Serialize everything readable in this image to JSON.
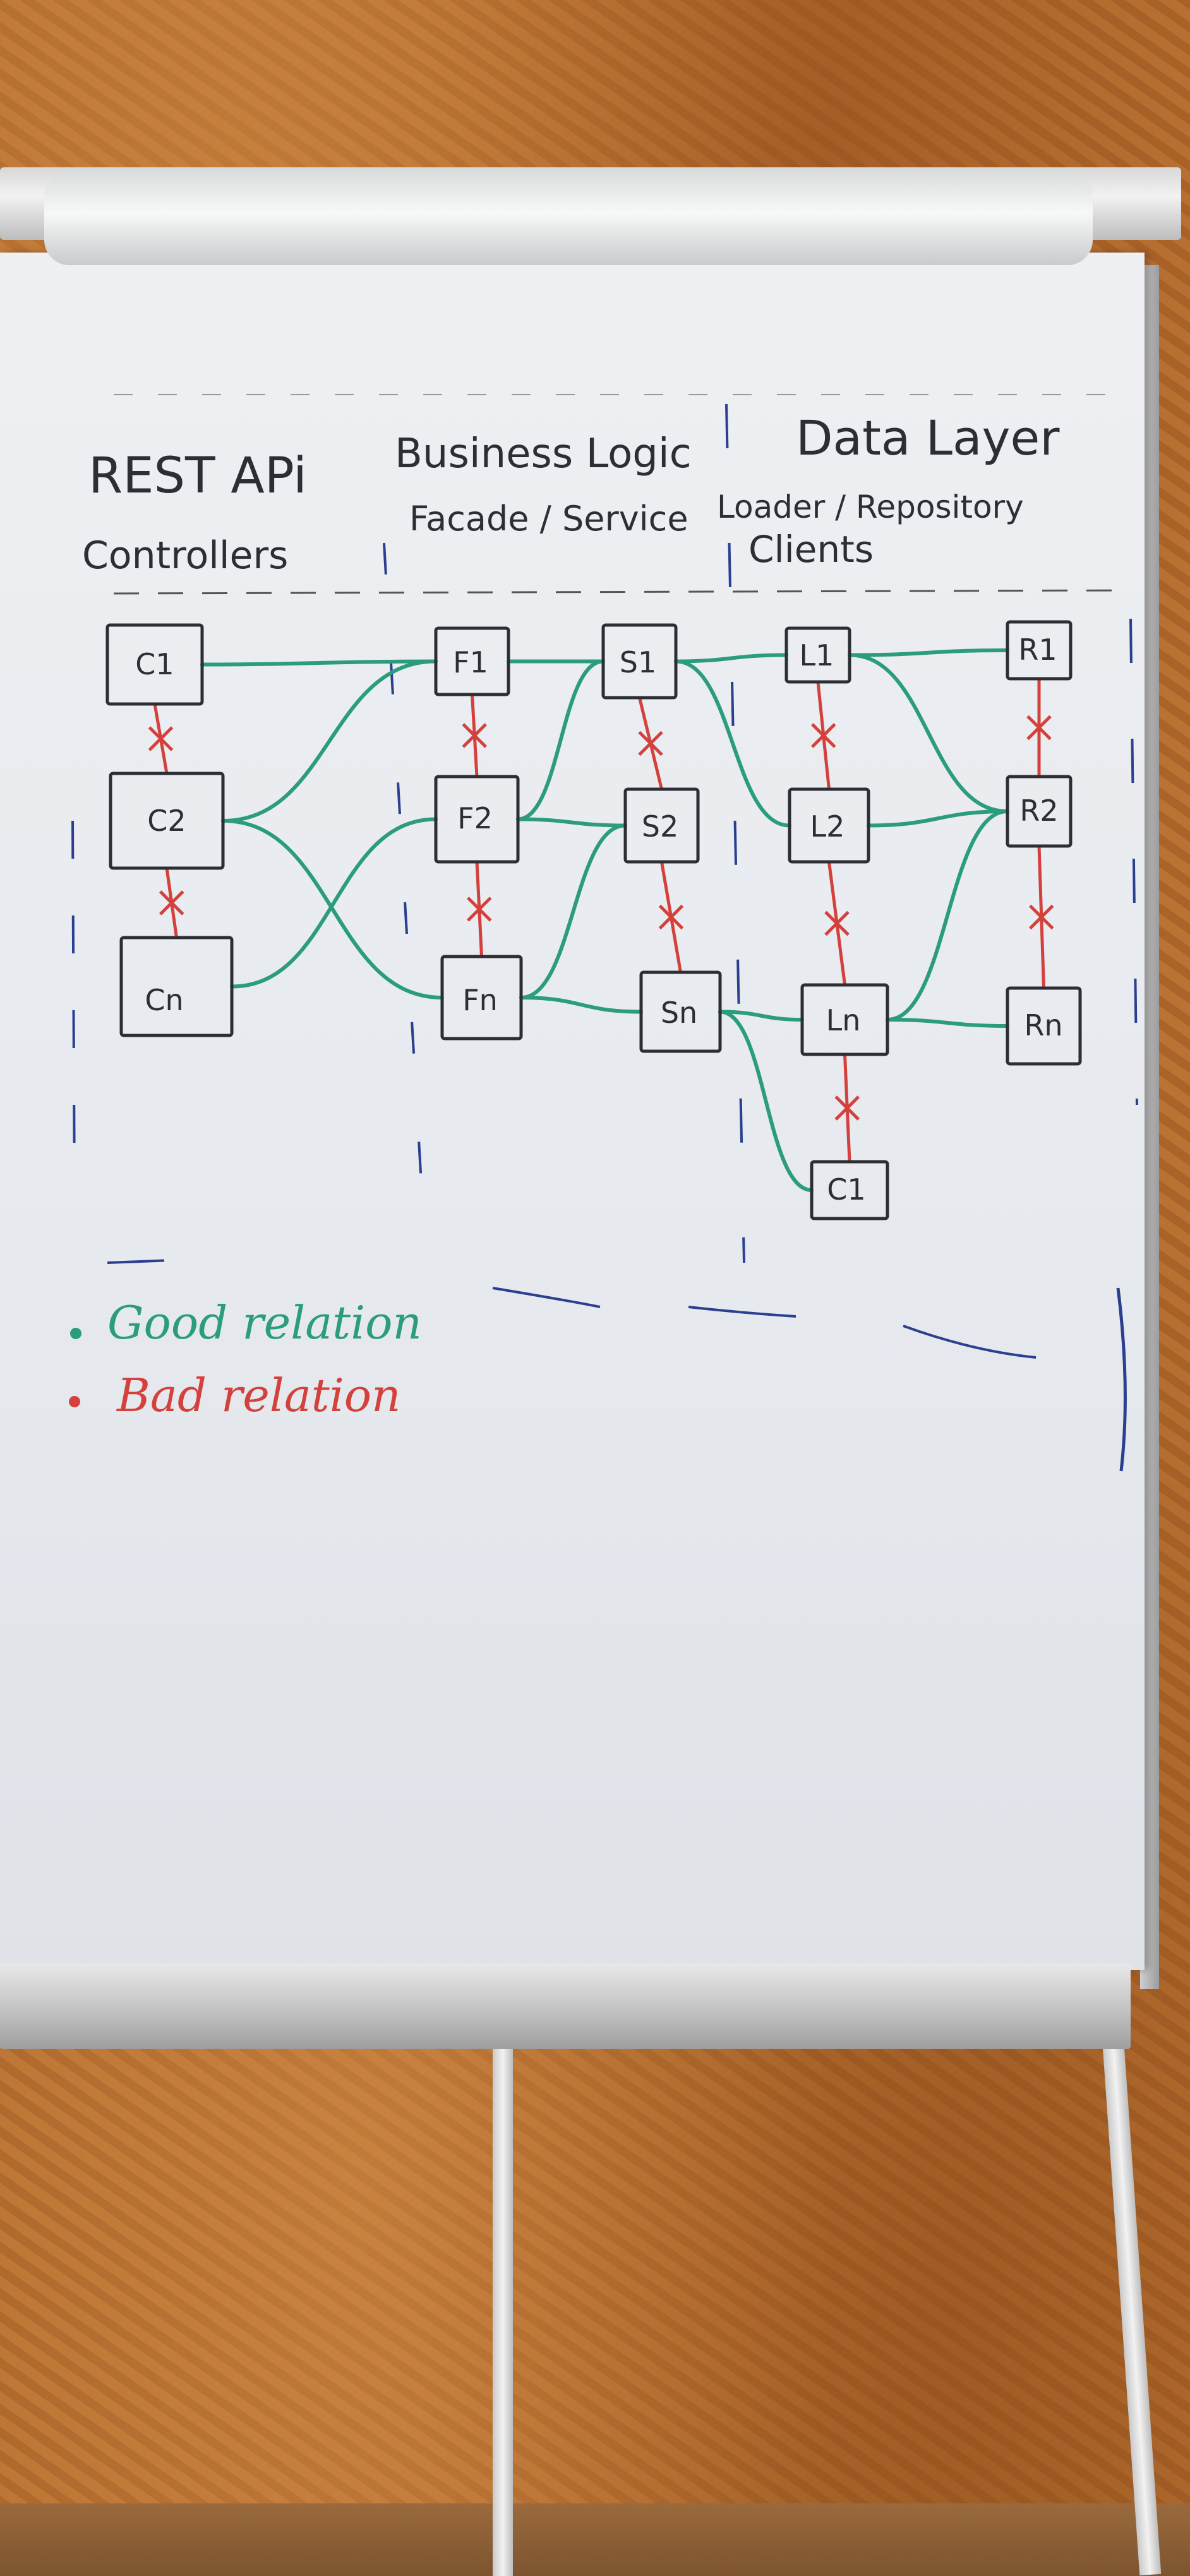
{
  "layers": [
    {
      "title": "REST APi",
      "subtitle": "Controllers"
    },
    {
      "title": "Business Logic",
      "subtitle": "Facade / Service"
    },
    {
      "title": "Data Layer",
      "subtitle": "Loader / Repository",
      "subtitle2": "Clients"
    }
  ],
  "nodes": {
    "C1": "C1",
    "C2": "C2",
    "Cn": "Cn",
    "F1": "F1",
    "F2": "F2",
    "Fn": "Fn",
    "S1": "S1",
    "S2": "S2",
    "Sn": "Sn",
    "L1": "L1",
    "L2": "L2",
    "Ln": "Ln",
    "R1": "R1",
    "R2": "R2",
    "Rn": "Rn",
    "Cl1": "C1"
  },
  "legend": {
    "good_label": "Good relation",
    "bad_label": "Bad relation"
  },
  "colors": {
    "good": "#2b9c7c",
    "bad": "#d4413c",
    "ink": "#2b2e33",
    "divider": "#2a3f8f"
  },
  "good_edges": [
    [
      "C1",
      "F1"
    ],
    [
      "C2",
      "F1"
    ],
    [
      "C2",
      "Fn"
    ],
    [
      "Cn",
      "F2"
    ],
    [
      "F1",
      "S1"
    ],
    [
      "F2",
      "S1"
    ],
    [
      "F2",
      "S2"
    ],
    [
      "Fn",
      "S2"
    ],
    [
      "Fn",
      "Sn"
    ],
    [
      "S1",
      "L1"
    ],
    [
      "S1",
      "L2"
    ],
    [
      "Sn",
      "Ln"
    ],
    [
      "Sn",
      "Cl1"
    ],
    [
      "L1",
      "R1"
    ],
    [
      "L1",
      "R2"
    ],
    [
      "L2",
      "R2"
    ],
    [
      "Ln",
      "R2"
    ],
    [
      "Ln",
      "Rn"
    ]
  ],
  "bad_edges": [
    [
      "C1",
      "C2"
    ],
    [
      "C2",
      "Cn"
    ],
    [
      "F1",
      "F2"
    ],
    [
      "F2",
      "Fn"
    ],
    [
      "S1",
      "S2"
    ],
    [
      "S2",
      "Sn"
    ],
    [
      "L1",
      "L2"
    ],
    [
      "L2",
      "Ln"
    ],
    [
      "Ln",
      "Cl1"
    ],
    [
      "R1",
      "R2"
    ],
    [
      "R2",
      "Rn"
    ]
  ]
}
